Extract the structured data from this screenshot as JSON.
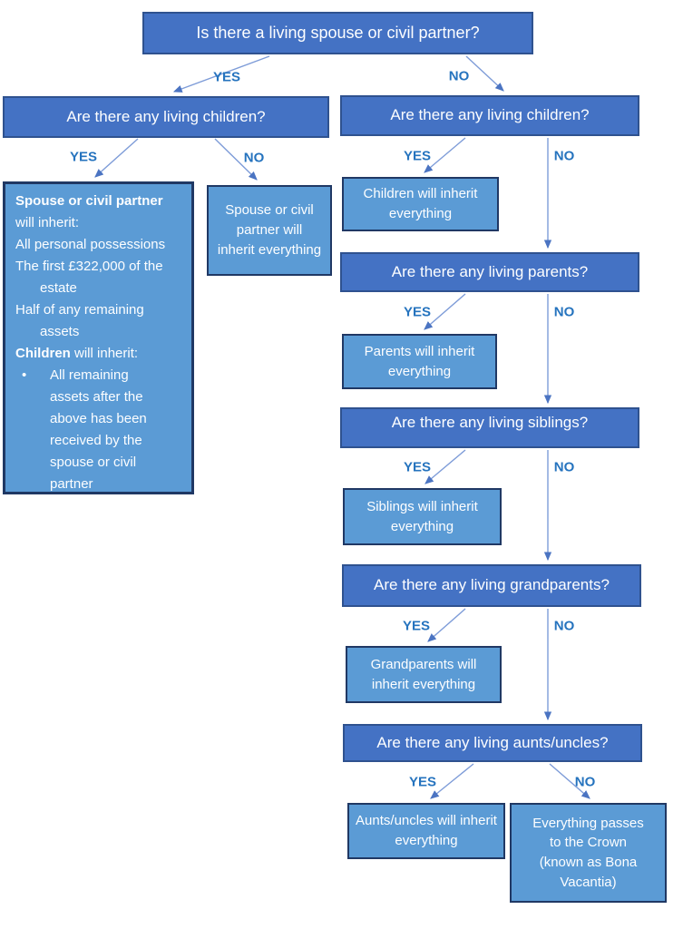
{
  "labels": {
    "yes": "YES",
    "no": "NO"
  },
  "colors": {
    "question_fill": "#4472C4",
    "question_border": "#2F528F",
    "outcome_fill": "#5B9BD5",
    "outcome_border": "#203864",
    "yes_no_text": "#2573BE",
    "arrow_line": "#7E9CD8",
    "arrow_head": "#4B74C2",
    "box_text": "#FFFFFF"
  },
  "questions": {
    "root": "Is there a living spouse or civil partner?",
    "children_left": "Are there any living children?",
    "children_right": "Are there any living children?",
    "parents": "Are there any living parents?",
    "siblings": "Are there any living siblings?",
    "grandparents": "Are there any living grandparents?",
    "aunts_uncles": "Are there any living aunts/uncles?"
  },
  "outcomes": {
    "spouse_and_children": {
      "spouse_bold": "Spouse or civil partner",
      "spouse_rest": "will inherit:",
      "item_possessions": "All personal possessions",
      "item_first": "The first £322,000 of the estate",
      "item_half": "Half of any remaining assets",
      "children_bold": "Children",
      "children_rest": "will inherit:",
      "bullet": "•",
      "bullet_text": "All remaining assets after the above has been received by the spouse or civil partner"
    },
    "spouse_everything": "Spouse or civil partner will inherit everything",
    "children": "Children will inherit everything",
    "parents": "Parents will inherit everything",
    "siblings": "Siblings will inherit everything",
    "grandparents": "Grandparents will inherit everything",
    "aunts_uncles": "Aunts/uncles will inherit everything",
    "crown": "Everything passes to the Crown (known as Bona Vacantia)"
  }
}
